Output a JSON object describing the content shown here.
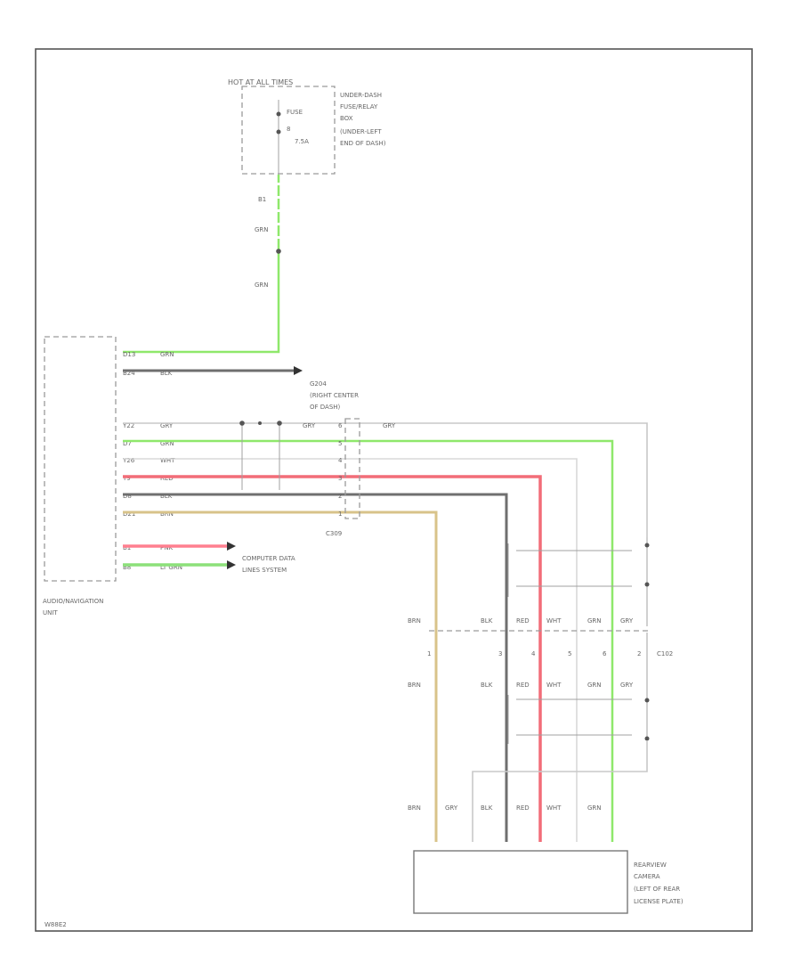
{
  "fuse_box": {
    "power_label": "HOT AT ALL TIMES",
    "location": [
      "UNDER-DASH",
      "FUSE/RELAY",
      "BOX",
      "(UNDER-LEFT",
      "END OF DASH)"
    ],
    "fuse_name": "FUSE",
    "fuse_number": "8",
    "fuse_rating": "7.5A"
  },
  "feed_wire": {
    "pin_top": "B1",
    "color_upper": "GRN",
    "color_lower": "GRN"
  },
  "audio_unit": {
    "name": [
      "AUDIO/NAVIGATION",
      "UNIT"
    ],
    "pins": [
      {
        "pin": "D13",
        "color": "GRN"
      },
      {
        "pin": "B24",
        "color": "BLK"
      },
      {
        "pin": "Y22",
        "color": "GRY"
      },
      {
        "pin": "D7",
        "color": "GRN"
      },
      {
        "pin": "Y26",
        "color": "WHT"
      },
      {
        "pin": "Y9",
        "color": "RED"
      },
      {
        "pin": "D8",
        "color": "BLK"
      },
      {
        "pin": "D21",
        "color": "BRN"
      },
      {
        "pin": "B1",
        "color": "PNK"
      },
      {
        "pin": "B8",
        "color": "LT GRN"
      }
    ]
  },
  "ground": {
    "name": "G204",
    "location": [
      "(RIGHT CENTER",
      "OF DASH)"
    ]
  },
  "splice_c309": {
    "name": "C309",
    "top_color": "GRY",
    "top_color_2": "GRY",
    "pins": [
      "6",
      "5",
      "4",
      "3",
      "2",
      "1"
    ]
  },
  "computer_data": {
    "label": [
      "COMPUTER DATA",
      "LINES SYSTEM"
    ]
  },
  "connector_c102": {
    "name": "C102",
    "colors_top": [
      "BRN",
      "BLK",
      "RED",
      "WHT",
      "GRN",
      "GRY"
    ],
    "pins": [
      "1",
      "3",
      "4",
      "5",
      "6",
      "2"
    ],
    "colors_bottom": [
      "BRN",
      "BLK",
      "RED",
      "WHT",
      "GRN",
      "GRY"
    ]
  },
  "camera": {
    "colors": [
      "BRN",
      "GRY",
      "BLK",
      "RED",
      "WHT",
      "GRN"
    ],
    "name": [
      "REARVIEW",
      "CAMERA",
      "(LEFT OF REAR",
      "LICENSE PLATE)"
    ]
  },
  "footer": {
    "code": "W88E2"
  }
}
